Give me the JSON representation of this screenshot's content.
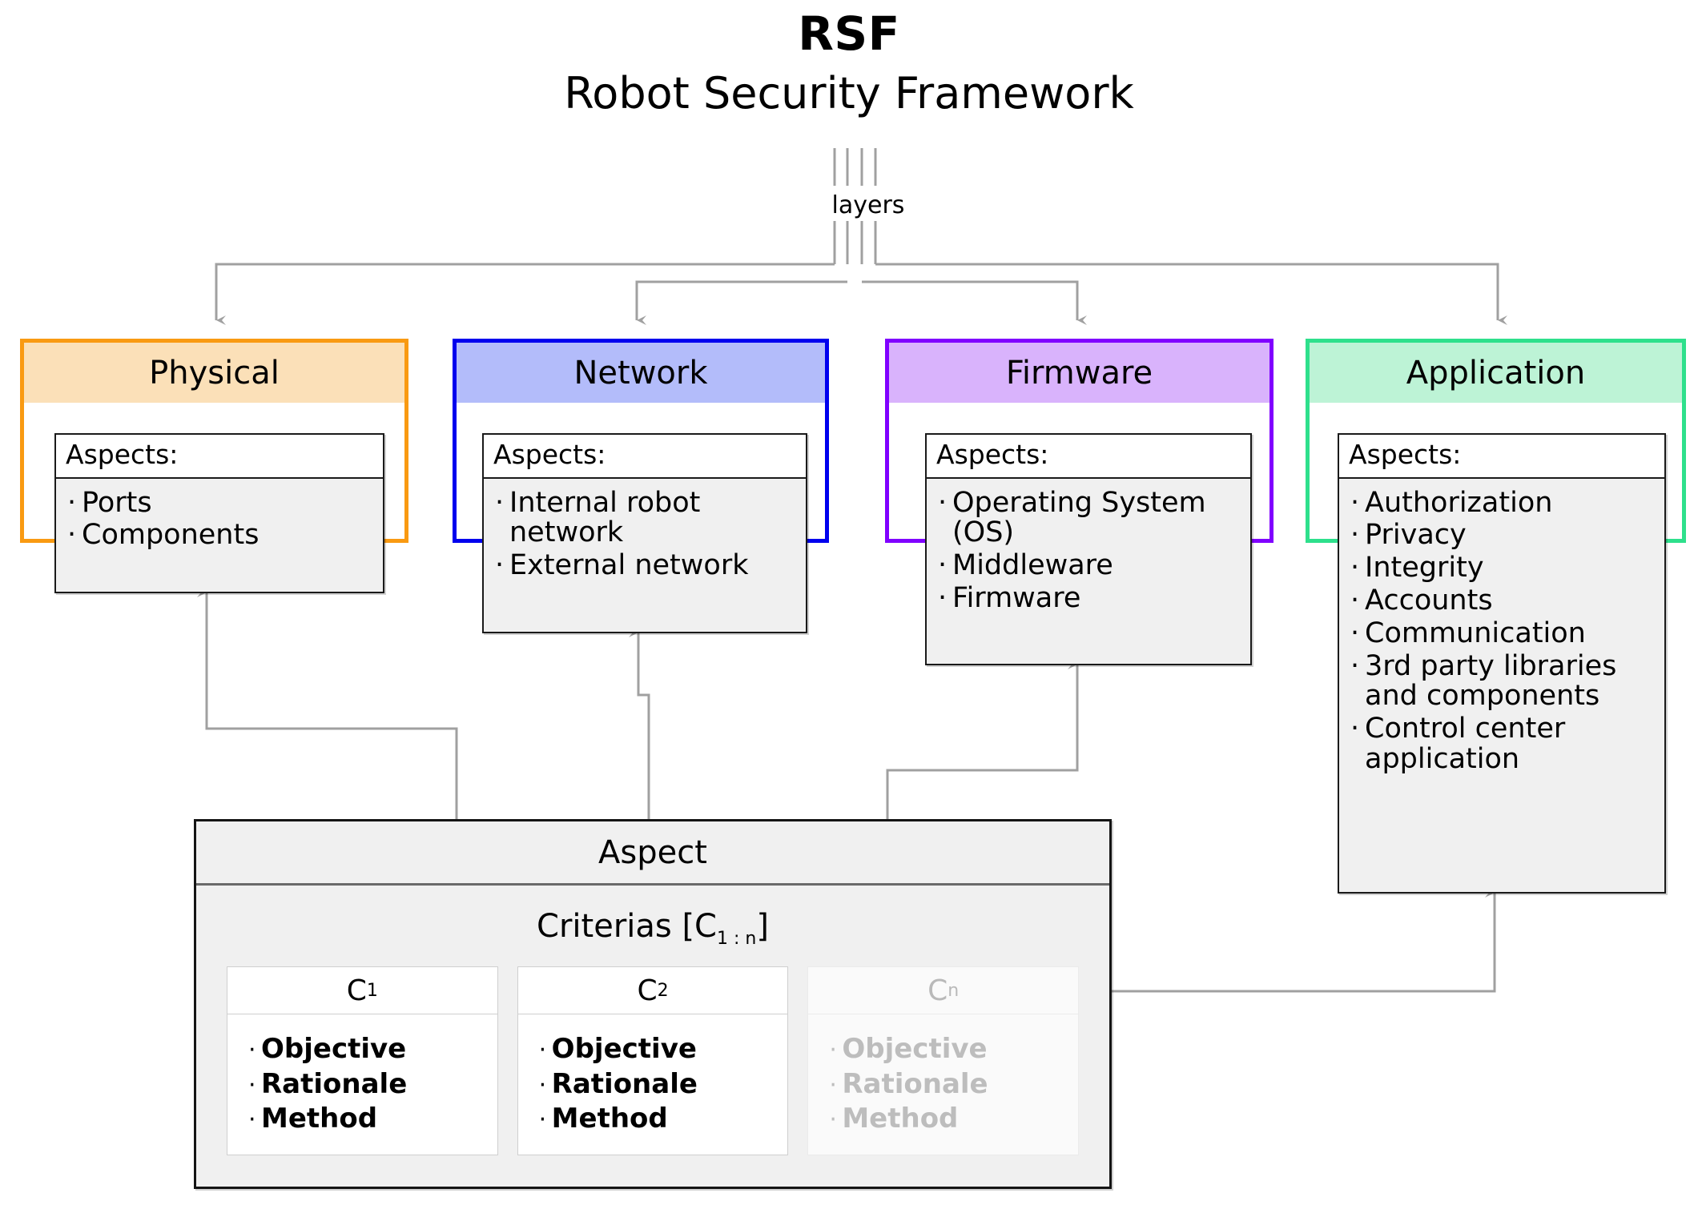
{
  "title": {
    "acronym": "RSF",
    "full_name": "Robot Security Framework"
  },
  "edges": {
    "layers_label": "layers"
  },
  "colors": {
    "physical_border": "#F99A12",
    "physical_fill": "#FBE0B8",
    "network_border": "#0000EE",
    "network_fill": "#B3BCFA",
    "firmware_border": "#8000FF",
    "firmware_fill": "#D9B3FC",
    "application_border": "#2EE08C",
    "application_fill": "#BDF3D6",
    "wire": "#9a9a9a",
    "panel_fill": "#f0f0f0"
  },
  "aspects_label": "Aspects:",
  "layers": [
    {
      "name": "Physical",
      "aspects": [
        "Ports",
        "Components"
      ]
    },
    {
      "name": "Network",
      "aspects": [
        "Internal robot network",
        "External network"
      ]
    },
    {
      "name": "Firmware",
      "aspects": [
        "Operating System (OS)",
        "Middleware",
        "Firmware"
      ]
    },
    {
      "name": "Application",
      "aspects": [
        "Authorization",
        "Privacy",
        "Integrity",
        "Accounts",
        "Communication",
        "3rd party libraries and components",
        "Control center application"
      ]
    }
  ],
  "aspect_panel": {
    "title": "Aspect",
    "criterias_title_prefix": "Criterias [C",
    "criterias_title_sub": "1 : n",
    "criterias_title_suffix": "]",
    "criterias": [
      {
        "label": "C",
        "sub": "1",
        "items": [
          "Objective",
          "Rationale",
          "Method"
        ],
        "faded": false
      },
      {
        "label": "C",
        "sub": "2",
        "items": [
          "Objective",
          "Rationale",
          "Method"
        ],
        "faded": false
      },
      {
        "label": "C",
        "sub": "n",
        "items": [
          "Objective",
          "Rationale",
          "Method"
        ],
        "faded": true
      }
    ]
  }
}
